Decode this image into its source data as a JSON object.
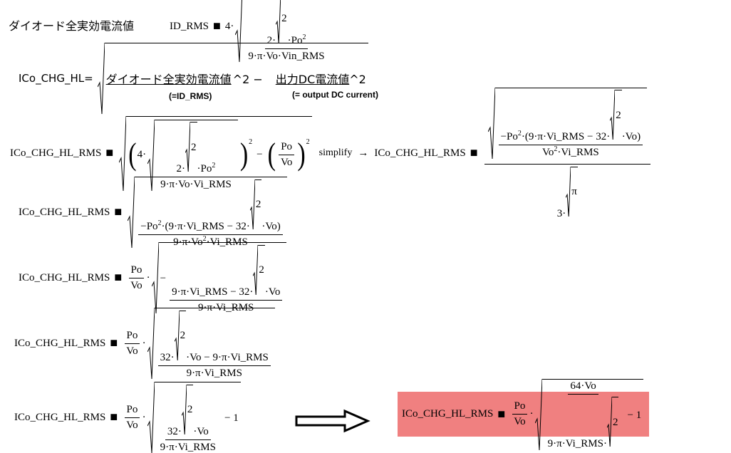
{
  "eq1": {
    "label": "ダイオード全実効電流値",
    "lhs": "ID_RMS",
    "def": "■",
    "coef": "4·",
    "num_a": "2·",
    "num_b": "2",
    "num_c": "·Po",
    "num_exp": "2",
    "den": "9·π·Vo·Vin_RMS"
  },
  "eq2": {
    "lhs": "ICo_CHG_HL=",
    "term1": "ダイオード全実効電流値",
    "pow1": "^2 −",
    "term2": "出力DC電流値",
    "pow2": "^2",
    "note1": "(=ID_RMS)",
    "note2": "(= output DC current)"
  },
  "eq3": {
    "lhs": "ICo_CHG_HL_RMS",
    "def": "■",
    "coef": "4·",
    "num_a": "2·",
    "num_b": "2",
    "num_c": "·Po",
    "num_exp": "2",
    "den": "9·π·Vo·Vi_RMS",
    "sq1": "2",
    "minus": "−",
    "po": "Po",
    "vo": "Vo",
    "sq2": "2",
    "simplify": "simplify",
    "arrow": "→",
    "rhs_lhs": "ICo_CHG_HL_RMS",
    "r_num_po": "−Po",
    "r_num_exp": "2",
    "r_num_a": "·(9·π·Vi_RMS − 32·",
    "r_num_b": "2",
    "r_num_c": "·Vo)",
    "r_den_vo": "Vo",
    "r_den_exp": "2",
    "r_den_rest": "·Vi_RMS",
    "r_outer_a": "3·",
    "r_outer_b": "π"
  },
  "eq4": {
    "lhs": "ICo_CHG_HL_RMS",
    "def": "■",
    "num_po": "−Po",
    "num_exp": "2",
    "num_a": "·(9·π·Vi_RMS − 32·",
    "num_b": "2",
    "num_c": "·Vo)",
    "den_a": "9·π·Vo",
    "den_exp": "2",
    "den_b": "·Vi_RMS"
  },
  "eq5": {
    "lhs": "ICo_CHG_HL_RMS",
    "def": "■",
    "po": "Po",
    "vo": "Vo",
    "dot": "·",
    "num_a": "−",
    "num_b": "9·π·Vi_RMS − 32·",
    "num_c": "2",
    "num_d": "·Vo",
    "den": "9·π·Vi_RMS"
  },
  "eq6": {
    "lhs": "ICo_CHG_HL_RMS",
    "def": "■",
    "po": "Po",
    "vo": "Vo",
    "dot": "·",
    "num_a": "32·",
    "num_b": "2",
    "num_c": "·Vo − 9·π·Vi_RMS",
    "den": "9·π·Vi_RMS"
  },
  "eq7": {
    "lhs": "ICo_CHG_HL_RMS",
    "def": "■",
    "po": "Po",
    "vo": "Vo",
    "dot": "·",
    "num_a": "32·",
    "num_b": "2",
    "num_c": "·Vo",
    "den": "9·π·Vi_RMS",
    "minus_one": "− 1"
  },
  "eq8": {
    "lhs": "ICo_CHG_HL_RMS",
    "def": "■",
    "po": "Po",
    "vo": "Vo",
    "dot": "·",
    "num": "64·Vo",
    "den_a": "9·π·Vi_RMS·",
    "den_b": "2",
    "minus_one": "− 1",
    "highlight_color": "#f08080"
  }
}
